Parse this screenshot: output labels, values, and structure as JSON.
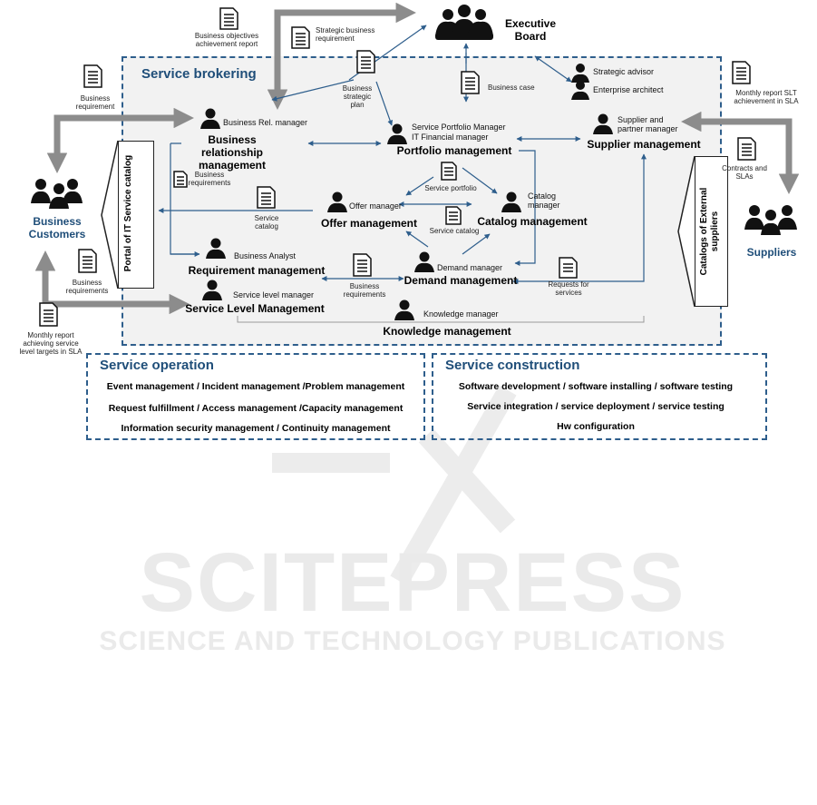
{
  "labels": {
    "executive_board": "Executive Board",
    "service_brokering": "Service brokering",
    "business_customers": "Business Customers",
    "suppliers": "Suppliers",
    "portal": "Portal of IT Service catalog",
    "catalogs_external": "Catalogs of External suppliers"
  },
  "roles": {
    "business_rel_manager": "Business Rel. manager",
    "service_portfolio_manager": "Service Portfolio Manager",
    "it_financial_manager": "IT Financial manager",
    "supplier_partner_manager": "Supplier and partner manager",
    "strategic_advisor": "Strategic advisor",
    "enterprise_architect": "Enterprise architect",
    "offer_manager": "Offer manager",
    "catalog_manager": "Catalog manager",
    "business_analyst": "Business Analyst",
    "demand_manager": "Demand manager",
    "service_level_manager": "Service level manager",
    "knowledge_manager": "Knowledge manager"
  },
  "processes": {
    "business_relationship": "Business relationship management",
    "portfolio": "Portfolio management",
    "supplier": "Supplier management",
    "offer": "Offer management",
    "catalog": "Catalog management",
    "requirement": "Requirement management",
    "demand": "Demand management",
    "service_level": "Service Level Management",
    "knowledge": "Knowledge management"
  },
  "documents": {
    "business_objectives_report": "Business objectives achievement report",
    "strategic_business_requirement": "Strategic business requirement",
    "business_strategic_plan": "Business strategic plan",
    "business_case": "Business case",
    "business_requirement": "Business requirement",
    "monthly_report_slt": "Monthly report SLT achievement in SLA",
    "business_requirements_portal": "Business requirements",
    "service_catalog_doc": "Service catalog",
    "service_portfolio": "Service portfolio",
    "service_catalog_small": "Service catalog",
    "contracts_slas": "Contracts and SLAs",
    "business_requirements_left": "Business requirements",
    "business_requirements_demand": "Business requirements",
    "requests_for_services": "Requests for services",
    "monthly_report_service_level": "Monthly report achieving service level targets in SLA"
  },
  "service_operation": {
    "title": "Service operation",
    "lines": [
      "Event management / Incident management /Problem management",
      "Request fulfillment / Access management /Capacity management",
      "Information security management / Continuity management"
    ]
  },
  "service_construction": {
    "title": "Service construction",
    "lines": [
      "Software development / software installing / software testing",
      "Service integration / service deployment / service testing",
      "Hw configuration"
    ]
  },
  "watermark": {
    "main": "SCITEPRESS",
    "sub": "SCIENCE AND TECHNOLOGY PUBLICATIONS"
  },
  "colors": {
    "accent_blue": "#1f4e79",
    "arrow_blue": "#2e5e8c",
    "big_arrow_gray": "#8c8c8c",
    "panel_bg": "#f2f2f2"
  }
}
